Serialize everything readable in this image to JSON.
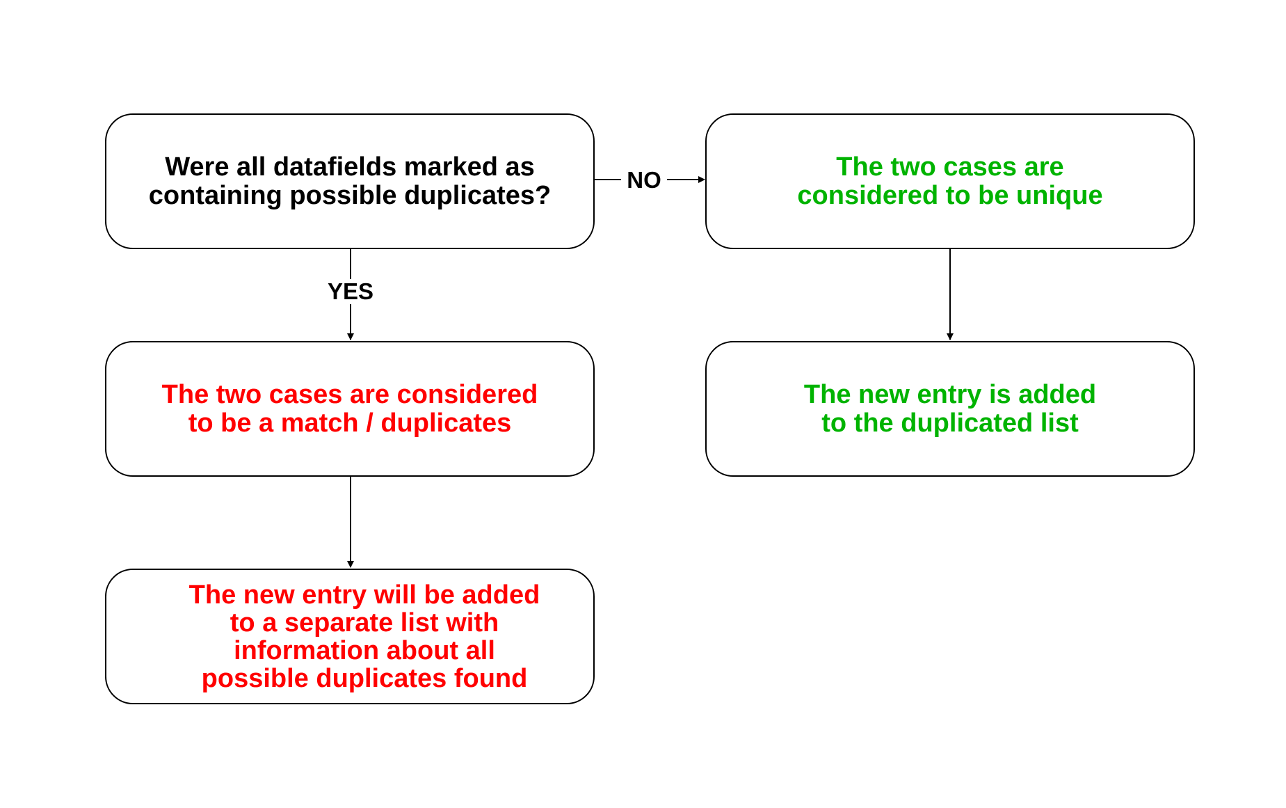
{
  "colors": {
    "question": "#000000",
    "duplicate": "#ff0000",
    "unique": "#00b300",
    "stroke": "#000000"
  },
  "nodes": {
    "question": "Were all datafields marked as\ncontaining possible duplicates?",
    "match": "The two cases are considered\nto be a match / duplicates",
    "separate_list": "The new entry will be added\nto a separate list with\ninformation about all\npossible duplicates found",
    "unique": "The two cases are\nconsidered to be unique",
    "added": "The new entry is added\nto the duplicated list"
  },
  "edges": {
    "no_label": "NO",
    "yes_label": "YES"
  }
}
